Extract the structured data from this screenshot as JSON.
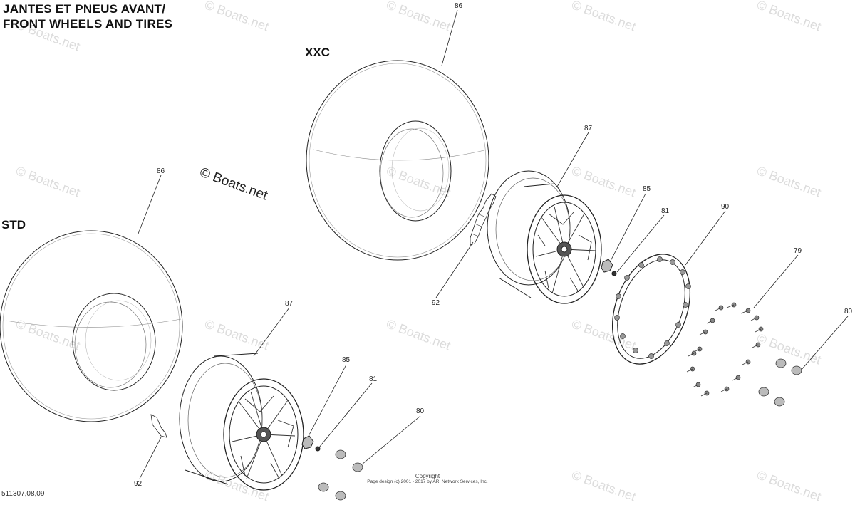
{
  "title_line1": "JANTES ET PNEUS AVANT/",
  "title_line2": "FRONT WHEELS AND TIRES",
  "variants": {
    "xxc": "XXC",
    "std": "STD"
  },
  "watermark": "© Boats.net",
  "copyright": {
    "line1": "Copyright",
    "line2": "Page design (c) 2001 - 2017 by ARI Network Services, Inc."
  },
  "doc_number": "511307,08,09",
  "callouts": {
    "tire_xxc": "86",
    "rim_xxc": "87",
    "nut_85_xxc": "85",
    "washer_81_xxc": "81",
    "ring_90": "90",
    "screw_79": "79",
    "nut_80_xxc": "80",
    "valve_92_xxc": "92",
    "tire_std": "86",
    "rim_std": "87",
    "nut_85_std": "85",
    "washer_81_std": "81",
    "nut_80_std": "80",
    "valve_92_std": "92"
  }
}
